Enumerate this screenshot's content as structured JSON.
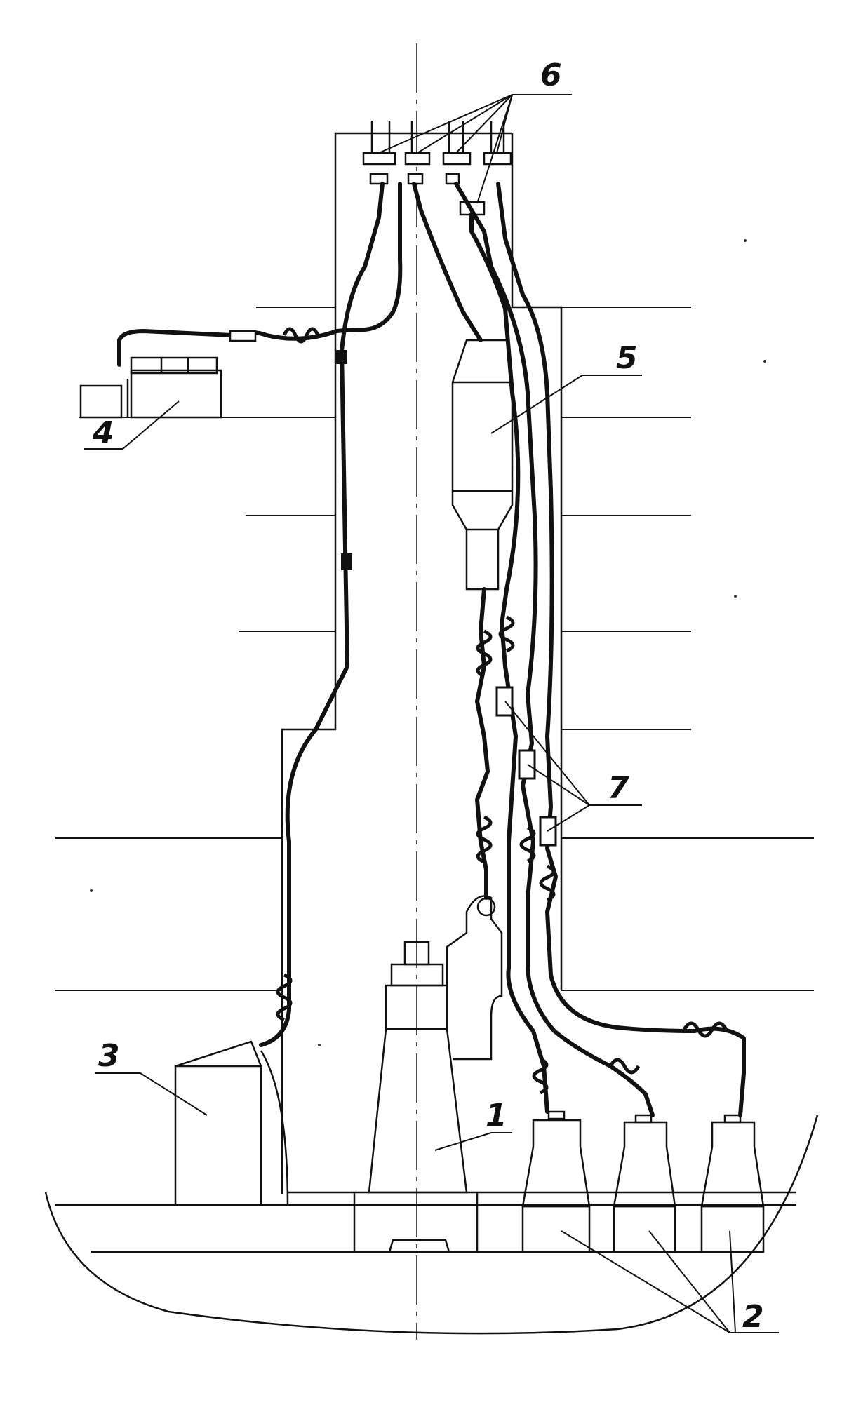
{
  "diagram": {
    "callouts": [
      {
        "id": "1",
        "label": "1"
      },
      {
        "id": "2",
        "label": "2"
      },
      {
        "id": "3",
        "label": "3"
      },
      {
        "id": "4",
        "label": "4"
      },
      {
        "id": "5",
        "label": "5"
      },
      {
        "id": "6",
        "label": "6"
      },
      {
        "id": "7",
        "label": "7"
      }
    ]
  },
  "colors": {
    "ink": "#111111",
    "paper": "#ffffff"
  }
}
